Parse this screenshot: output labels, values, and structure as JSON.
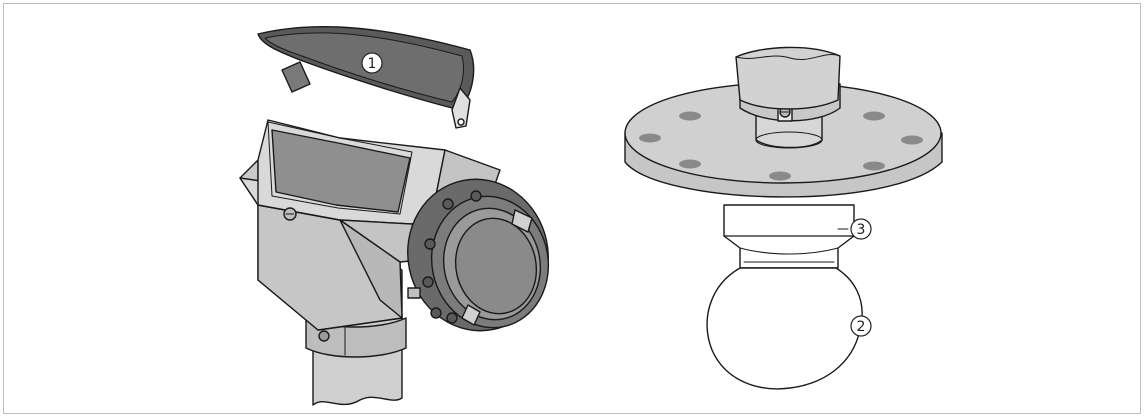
{
  "callouts": [
    {
      "id": "1",
      "glyph": "①"
    },
    {
      "id": "2",
      "glyph": "②"
    },
    {
      "id": "3",
      "glyph": "③"
    }
  ],
  "colors": {
    "outline": "#1a1a1a",
    "housing_light": "#d9d9d9",
    "housing_mid": "#c4c4c4",
    "housing_dark": "#a8a8a8",
    "cover_dark": "#5a5a5a",
    "window": "#8f8f8f",
    "flange_face": "#d0d0d0",
    "bolt_hole": "#8a8a8a",
    "lens": "#ffffff"
  }
}
